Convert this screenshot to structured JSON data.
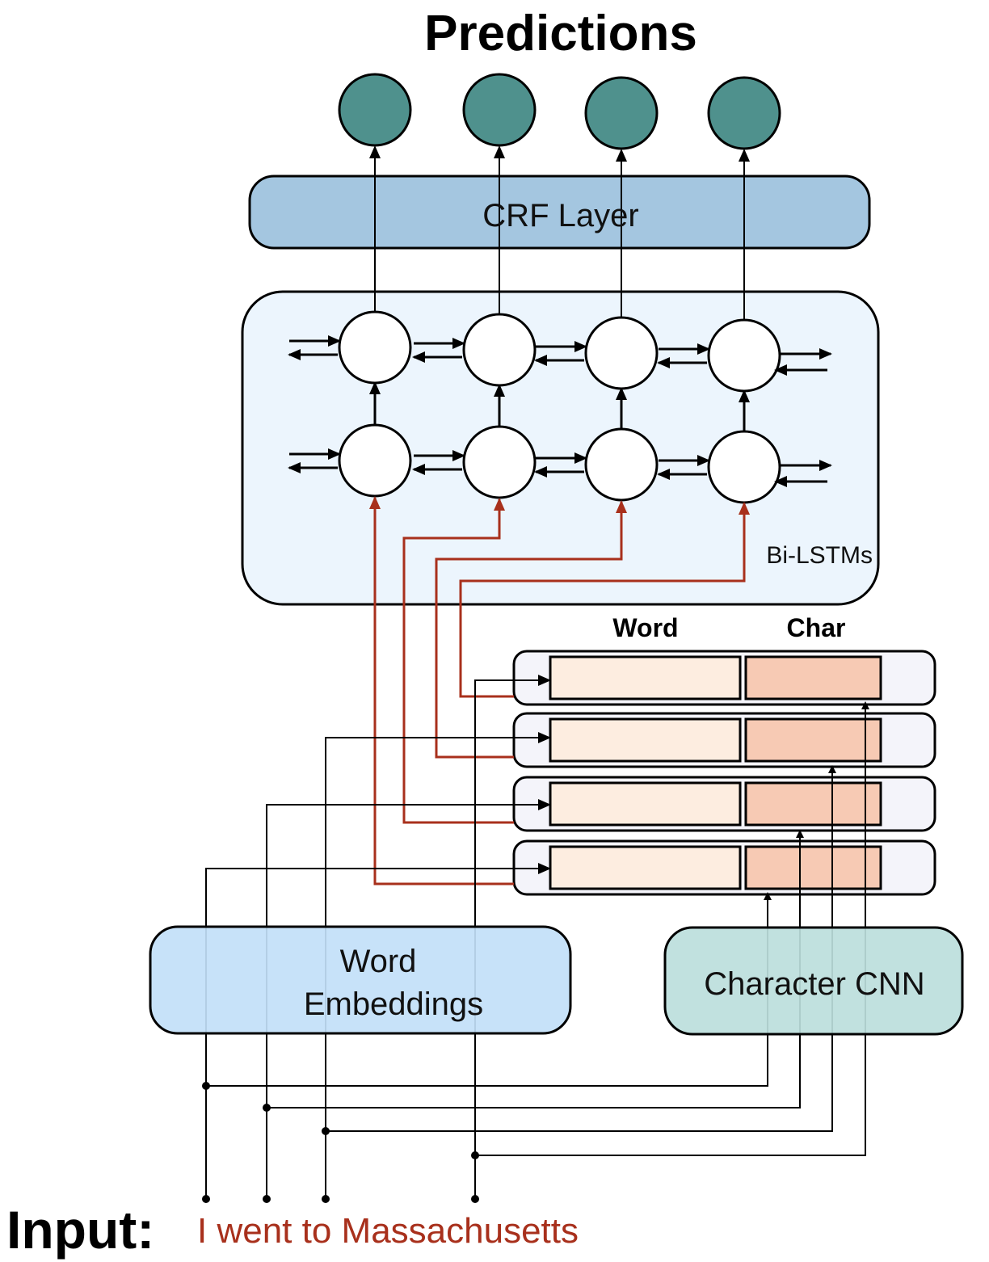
{
  "title": "Predictions",
  "layers": {
    "crf": {
      "label": "CRF Layer",
      "color": "#a4c6e0"
    },
    "bilstm": {
      "label": "Bi-LSTMs",
      "color": "#ecf5fd"
    },
    "word_embeddings": {
      "label_line1": "Word",
      "label_line2": "Embeddings",
      "color": "#c2e0f8"
    },
    "char_cnn": {
      "label": "Character CNN",
      "color": "#bcdedc"
    }
  },
  "concat": {
    "word_header": "Word",
    "char_header": "Char",
    "word_color": "#fdede0",
    "char_color": "#f7cab4",
    "row_color": "#f4f4fa"
  },
  "prediction_node_color": "#4f918d",
  "connection_colors": {
    "black": "#000000",
    "red": "#a8301c"
  },
  "input": {
    "label": "Input:",
    "sentence": "I went to Massachusetts",
    "tokens": [
      "I",
      "went",
      "to",
      "Massachusetts"
    ]
  }
}
